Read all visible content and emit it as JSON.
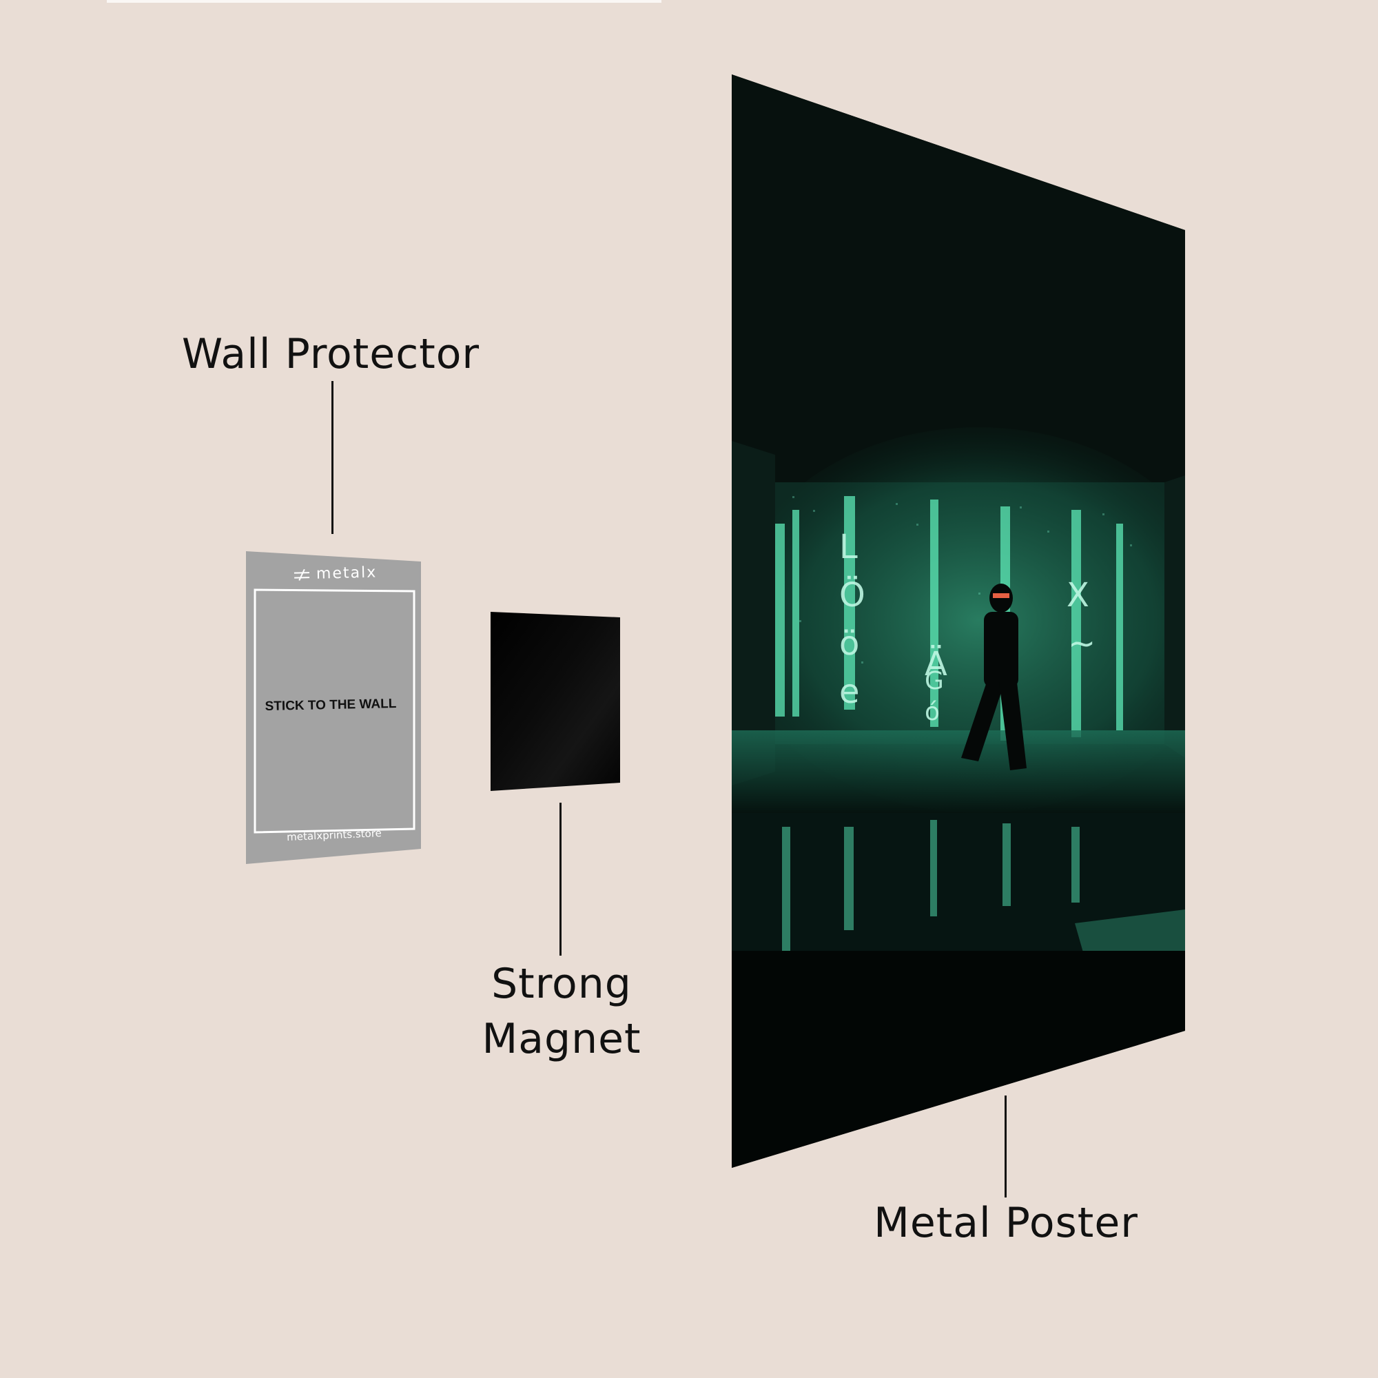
{
  "labels": {
    "wall_protector": "Wall Protector",
    "strong_magnet_line1": "Strong",
    "strong_magnet_line2": "Magnet",
    "metal_poster": "Metal Poster"
  },
  "wall_protector_card": {
    "brand": "metalx",
    "center_text": "STICK TO THE WALL",
    "url": "metalxprints.store"
  },
  "poster_artwork": {
    "glyphs_left": [
      "L",
      "Ö",
      "ö",
      "e"
    ],
    "glyphs_mid": [
      "Ä",
      "G",
      "ó"
    ],
    "glyphs_right": [
      "X",
      "~"
    ]
  },
  "colors": {
    "background": "#e9ddd5",
    "text": "#111111",
    "protector_gray": "#a3a3a3",
    "magnet": "#050505",
    "poster_glow": "#5de8b6"
  }
}
